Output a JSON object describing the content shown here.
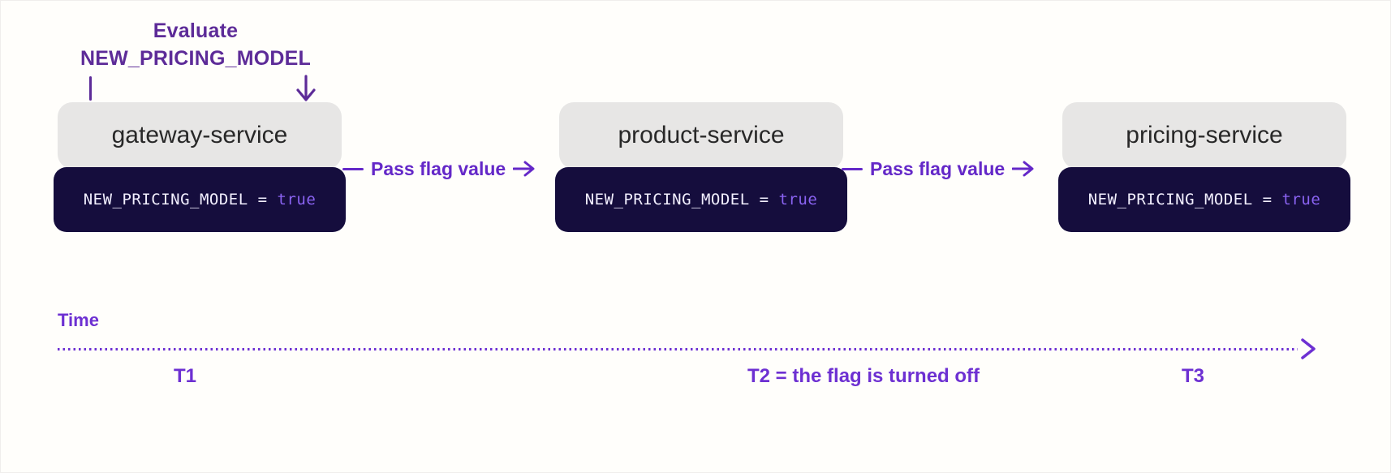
{
  "diagram": {
    "annotation": {
      "line1": "Evaluate",
      "line2": "NEW_PRICING_MODEL"
    },
    "services": [
      {
        "name": "gateway-service",
        "flag_expression": "NEW_PRICING_MODEL = ",
        "flag_value": "true"
      },
      {
        "name": "product-service",
        "flag_expression": "NEW_PRICING_MODEL = ",
        "flag_value": "true"
      },
      {
        "name": "pricing-service",
        "flag_expression": "NEW_PRICING_MODEL = ",
        "flag_value": "true"
      }
    ],
    "connectors": [
      {
        "label": "Pass flag value"
      },
      {
        "label": "Pass flag value"
      }
    ],
    "timeline": {
      "axis_label": "Time",
      "markers": [
        {
          "label": "T1"
        },
        {
          "label": "T2 = the flag is turned off"
        },
        {
          "label": "T3"
        }
      ]
    },
    "colors": {
      "annotation_purple": "#5d2b98",
      "connector_purple": "#6428c8",
      "timeline_purple": "#6d30d2",
      "service_label_bg": "#e7e6e5",
      "service_label_text": "#282828",
      "code_bg": "#150d3d",
      "code_text": "#f2efff",
      "code_value_purple": "#8a63f2",
      "background": "#fffefb"
    }
  }
}
